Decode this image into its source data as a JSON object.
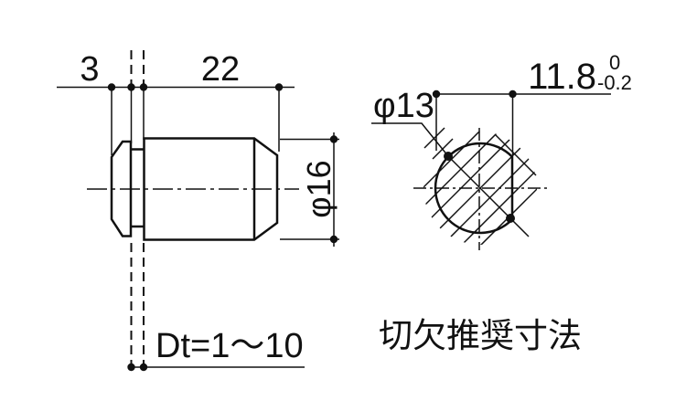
{
  "drawing": {
    "side_view": {
      "head_thickness": "3",
      "body_length": "22",
      "body_diameter": "φ16",
      "panel_thickness": "Dt=1〜10"
    },
    "cutout_view": {
      "hole_diameter": "φ13",
      "flat_width": "11.8",
      "tolerance_upper": "0",
      "tolerance_lower": "-0.2",
      "caption": "切欠推奨寸法"
    }
  }
}
